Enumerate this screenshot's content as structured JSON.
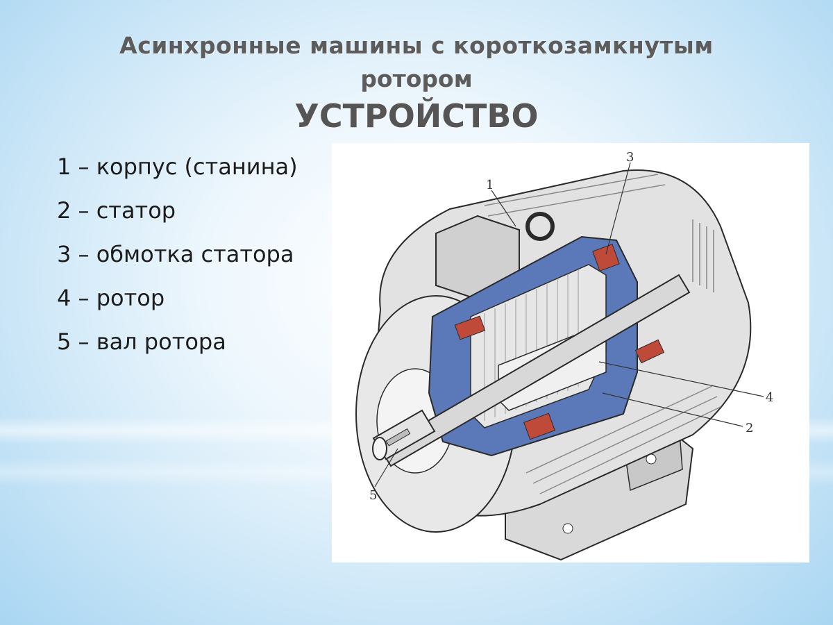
{
  "title": {
    "line1": "Асинхронные машины с короткозамкнутым",
    "line2": "ротором",
    "line3": "УСТРОЙСТВО"
  },
  "legend": [
    "1 – корпус (станина)",
    "2 – статор",
    "3 – обмотка статора",
    "4 – ротор",
    "5 – вал ротора"
  ],
  "diagram": {
    "callouts": [
      "1",
      "2",
      "3",
      "4",
      "5"
    ],
    "colors": {
      "section": "#5b79b8",
      "winding": "#c04a3a",
      "metal": "#d6d6d6",
      "outline": "#2a2a2a"
    }
  }
}
